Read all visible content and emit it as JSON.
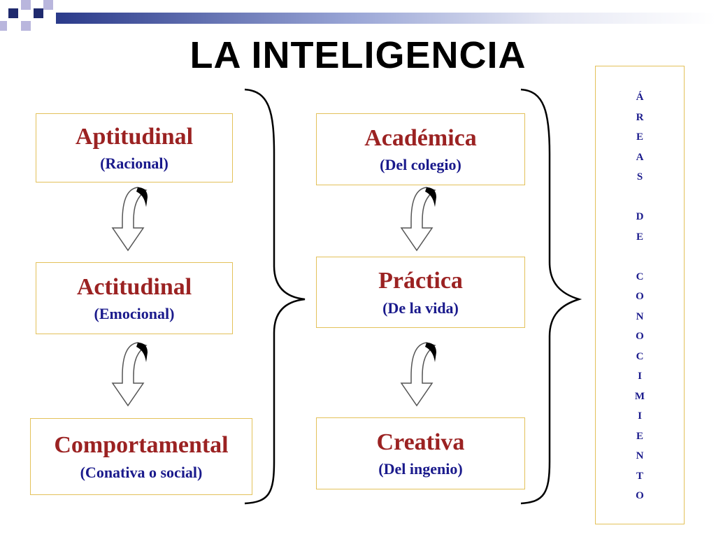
{
  "title": "LA INTELIGENCIA",
  "left_column": [
    {
      "main": "Aptitudinal",
      "sub": "(Racional)"
    },
    {
      "main": "Actitudinal",
      "sub": "(Emocional)"
    },
    {
      "main": "Comportamental",
      "sub": "(Conativa o social)"
    }
  ],
  "middle_column": [
    {
      "main": "Académica",
      "sub": "(Del colegio)"
    },
    {
      "main": "Práctica",
      "sub": "(De la vida)"
    },
    {
      "main": "Creativa",
      "sub": "(Del ingenio)"
    }
  ],
  "areas_label": [
    "Á",
    "R",
    "E",
    "A",
    "S",
    "",
    "D",
    "E",
    "",
    "C",
    "O",
    "N",
    "O",
    "C",
    "I",
    "M",
    "I",
    "E",
    "N",
    "T",
    "O"
  ],
  "colors": {
    "box_border": "#e3c15a",
    "main_text": "#9b2222",
    "sub_text": "#1a1a8c",
    "deco_navy": "#1f2a6e",
    "deco_lavender": "#b9b6dd"
  },
  "icons": [
    "curved-arrow-icon",
    "brace-icon"
  ]
}
